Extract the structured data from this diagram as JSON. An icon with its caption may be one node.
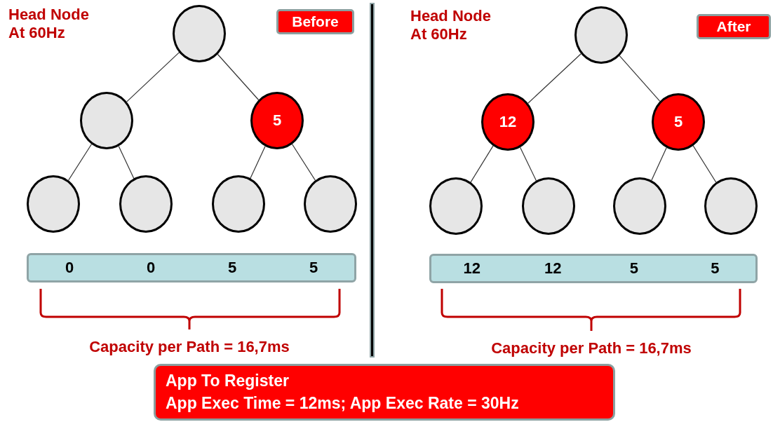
{
  "diagram": {
    "nodes": [
      {
        "text": [],
        "shape": "circle"
      },
      {
        "text": [],
        "shape": "circle"
      },
      {
        "text": [
          "5"
        ]
      },
      {
        "text": [],
        "shape": "circle"
      },
      {
        "text": [],
        "shape": "circle"
      },
      {
        "text": [],
        "shape": "circle"
      },
      {
        "text": [],
        "shape": "circle"
      },
      {
        "text": [
          "Before"
        ]
      },
      {
        "text": [
          "0",
          "0",
          "5",
          "5"
        ]
      },
      {
        "text": [],
        "shape": "circle"
      },
      {
        "text": [
          "12"
        ]
      },
      {
        "text": [
          "5"
        ]
      },
      {
        "text": [],
        "shape": "circle"
      },
      {
        "text": [],
        "shape": "circle"
      },
      {
        "text": [],
        "shape": "circle"
      },
      {
        "text": [],
        "shape": "circle"
      },
      {
        "text": [
          "After"
        ]
      },
      {
        "text": [
          "12",
          "12",
          "5",
          "5"
        ]
      },
      {
        "text": [
          "App To Register",
          "App Exec Time = 12ms; App Exec Rate = 30Hz"
        ]
      }
    ],
    "edges": [
      {
        "from": 0,
        "to": 1,
        "arrow": "none"
      },
      {
        "from": 0,
        "to": 2,
        "arrow": "none"
      },
      {
        "from": 1,
        "to": 3,
        "arrow": "none"
      },
      {
        "from": 1,
        "to": 4,
        "arrow": "none"
      },
      {
        "from": 2,
        "to": 5,
        "arrow": "none"
      },
      {
        "from": 2,
        "to": 6,
        "arrow": "none"
      },
      {
        "from": 9,
        "to": 10,
        "arrow": "none"
      },
      {
        "from": 9,
        "to": 11,
        "arrow": "none"
      },
      {
        "from": 10,
        "to": 12,
        "arrow": "none"
      },
      {
        "from": 10,
        "to": 13,
        "arrow": "none"
      },
      {
        "from": 11,
        "to": 14,
        "arrow": "none"
      },
      {
        "from": 11,
        "to": 15,
        "arrow": "none"
      }
    ],
    "labels": [
      "Head Node At 60Hz",
      "Head Node At 60Hz",
      "Capacity per Path = 16,7ms",
      "Capacity per Path = 16,7ms"
    ]
  }
}
